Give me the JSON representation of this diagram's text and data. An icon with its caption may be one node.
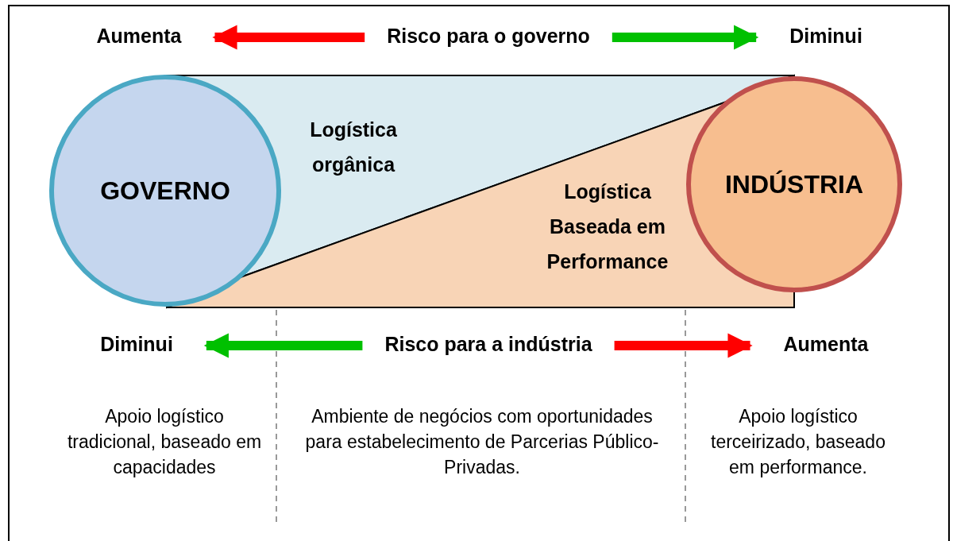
{
  "diagram": {
    "nodes": [
      {
        "text": [
          "GOVERNO"
        ]
      },
      {
        "text": [
          "INDÚSTRIA"
        ]
      },
      {
        "text": [
          "Logística orgânica"
        ]
      },
      {
        "text": [
          "Logística Baseada em Performance"
        ]
      },
      {
        "text": [
          "Aumenta"
        ]
      },
      {
        "text": [
          "Risco para o governo"
        ]
      },
      {
        "text": [
          "Diminui"
        ]
      },
      {
        "text": [
          "Diminui"
        ]
      },
      {
        "text": [
          "Risco para a indústria"
        ]
      },
      {
        "text": [
          "Aumenta"
        ]
      }
    ],
    "edges": [
      {
        "from": 5,
        "to": 4,
        "arrow": "to",
        "color": "#ff0000"
      },
      {
        "from": 5,
        "to": 6,
        "arrow": "to",
        "color": "#00c000"
      },
      {
        "from": 8,
        "to": 7,
        "arrow": "to",
        "color": "#00c000"
      },
      {
        "from": 8,
        "to": 9,
        "arrow": "to",
        "color": "#ff0000"
      }
    ],
    "labels": [
      "Apoio logístico tradicional, baseado em capacidades",
      "Ambiente de negócios com oportunidades para estabelecimento de Parcerias Público-Privadas.",
      "Apoio logístico terceirizado, baseado em performance."
    ]
  }
}
